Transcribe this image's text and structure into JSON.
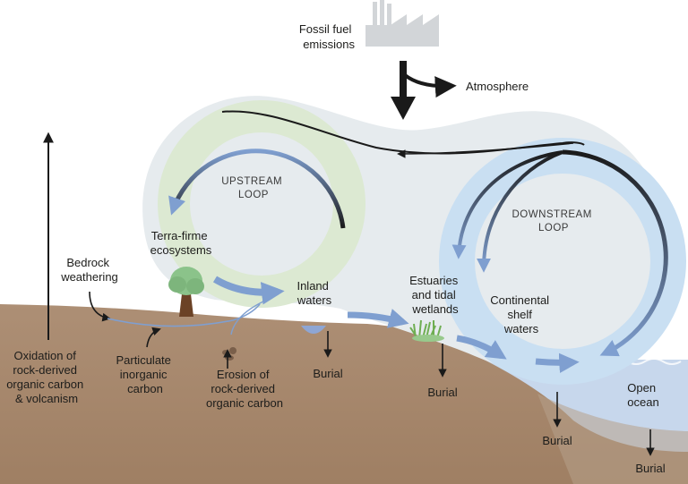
{
  "top": {
    "fossil": [
      "Fossil fuel",
      "emissions"
    ],
    "atmosphere": "Atmosphere"
  },
  "loops": {
    "upstream": [
      "UPSTREAM",
      "LOOP"
    ],
    "downstream": [
      "DOWNSTREAM",
      "LOOP"
    ]
  },
  "labels": {
    "oxidation": [
      "Oxidation of",
      "rock-derived",
      "organic carbon",
      "& volcanism"
    ],
    "bedrock": [
      "Bedrock",
      "weathering"
    ],
    "terra_firme": [
      "Terra-firme",
      "ecosystems"
    ],
    "particulate": [
      "Particulate",
      "inorganic",
      "carbon"
    ],
    "erosion": [
      "Erosion of",
      "rock-derived",
      "organic carbon"
    ],
    "inland": [
      "Inland",
      "waters"
    ],
    "estuaries": [
      "Estuaries",
      "and tidal",
      "wetlands"
    ],
    "shelf": [
      "Continental",
      "shelf",
      "waters"
    ],
    "ocean": [
      "Open",
      "ocean"
    ]
  },
  "burial": [
    "Burial",
    "Burial",
    "Burial",
    "Burial"
  ],
  "colors": {
    "ground": "#a1836a",
    "ground_light": "#c4ab93",
    "ocean": "#c7d7ec",
    "upstream_loop": "#dce9d2",
    "downstream_loop": "#c9dff2",
    "halo": "#e6ebee",
    "flow_arrow": "#7f9fd0",
    "tree": "#8bc38a",
    "trunk": "#6b4226",
    "factory": "#d2d5d8"
  }
}
